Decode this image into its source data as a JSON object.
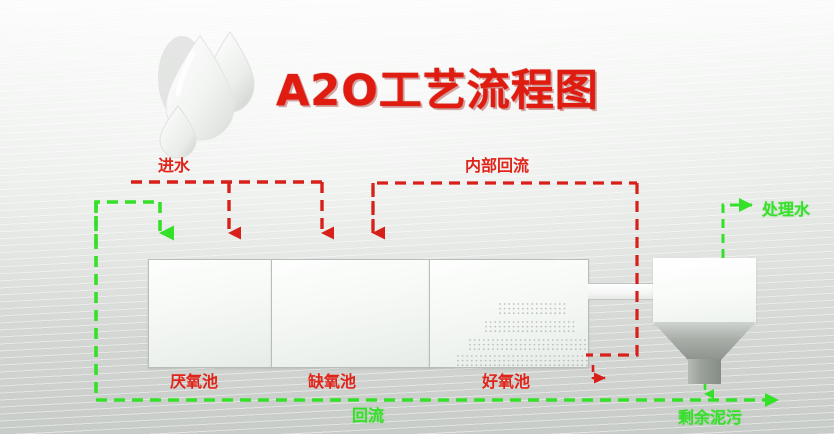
{
  "title": "A2O工艺流程图",
  "diagram": {
    "type": "wastewater-process-flow",
    "colors": {
      "influent_line": "#d8201a",
      "return_line": "#35e028",
      "title": "#e01b10",
      "tank_fill": "#f6f9f6",
      "background": "#e0e3e0"
    },
    "flow_labels": {
      "influent": "进水",
      "internal_recycle": "内部回流",
      "treated_water": "处理水",
      "sludge_return": "回流",
      "excess_sludge": "剩余泥污"
    },
    "units": [
      {
        "id": "anaerobic",
        "label": "厌氧池"
      },
      {
        "id": "anoxic",
        "label": "缺氧池"
      },
      {
        "id": "aerobic",
        "label": "好氧池"
      },
      {
        "id": "clarifier",
        "label": ""
      }
    ],
    "icons": {
      "droplet": "water-droplet-icon",
      "arrow_down": "arrow-down-icon",
      "arrow_right": "arrow-right-icon"
    }
  }
}
